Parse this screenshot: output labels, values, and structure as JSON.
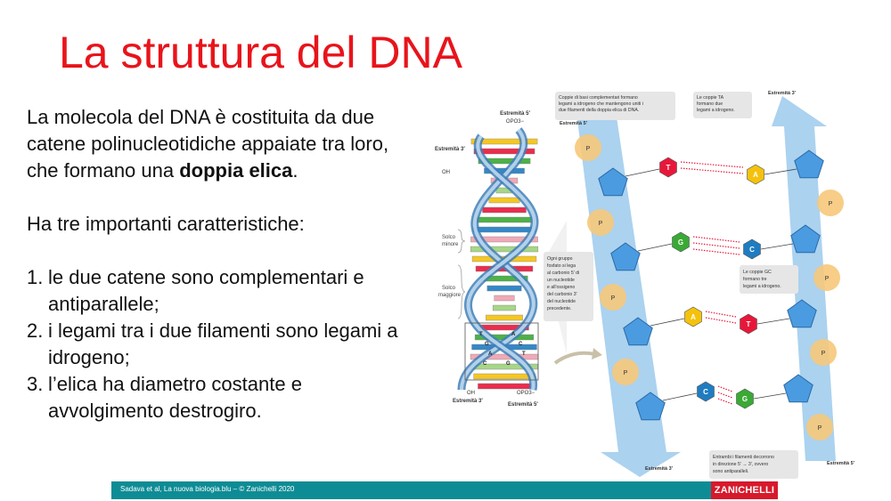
{
  "slide": {
    "title": "La struttura del DNA",
    "intro_start": "La molecola del DNA è costituita da due catene polinucleotidiche appaiate tra loro, che formano una ",
    "intro_bold": "doppia elica",
    "intro_end": ".",
    "features_heading": "Ha tre importanti caratteristiche:",
    "features": [
      {
        "num": "1.",
        "text": "le due catene sono complementari e antiparallele;"
      },
      {
        "num": "2.",
        "text": "i legami tra i due filamenti sono legami a idrogeno;"
      },
      {
        "num": "3.",
        "text": "l’elica ha diametro costante e avvolgimento destrogiro."
      }
    ]
  },
  "figure": {
    "helix_labels": {
      "top_end": "Estremità 5′",
      "top_group": "OPO3−",
      "left_end": "Estremità 3′",
      "oh": "OH",
      "minor_groove": [
        "Solco",
        "minore"
      ],
      "major_groove": [
        "Solco",
        "maggiore"
      ],
      "bottom_oh": "OH",
      "bottom_left_end": "Estremità 3′",
      "bottom_group": "OPO3−",
      "bottom_right_end": "Estremità 5′",
      "box_bases": [
        "T",
        "A",
        "G",
        "C",
        "A",
        "T",
        "C",
        "G"
      ]
    },
    "callouts": {
      "complementary": [
        "Coppie di basi complementari formano",
        "legami a idrogeno che mantengono uniti i",
        "due filamenti della doppia elica di DNA."
      ],
      "ta_pairs": [
        "Le coppie TA",
        "formano due",
        "legami a idrogeno."
      ],
      "phosphate": [
        "Ogni gruppo",
        "fosfato si lega",
        "al carbonio 5′ di",
        "un nucleotide",
        "e all'ossigeno",
        "del carbonio 3′",
        "del nucleotide",
        "precedente."
      ],
      "gc_pairs": [
        "Le coppie GC",
        "formano tre",
        "legami a idrogeno."
      ],
      "antiparallel": [
        "Entrambi i filamenti decorrono",
        "in direzione 5′ → 3′, ovvero",
        "sono antiparalleli."
      ]
    },
    "strand_ends": {
      "left_top": "Estremità 5′",
      "right_top": "Estremità 3′",
      "left_bottom": "Estremità 3′",
      "right_bottom": "Estremità 5′"
    },
    "base_pairs": [
      {
        "left": "T",
        "right": "A"
      },
      {
        "left": "G",
        "right": "C"
      },
      {
        "left": "A",
        "right": "T"
      },
      {
        "left": "C",
        "right": "G"
      }
    ],
    "base_colors": {
      "A": "#f4c20d",
      "T": "#e8173a",
      "G": "#3aa935",
      "C": "#1f7cc1"
    },
    "phosphate_label": "P"
  },
  "footer": {
    "credit": "Sadava et al, La nuova biologia.blu – © Zanichelli 2020",
    "brand": "ZANICHELLI"
  }
}
